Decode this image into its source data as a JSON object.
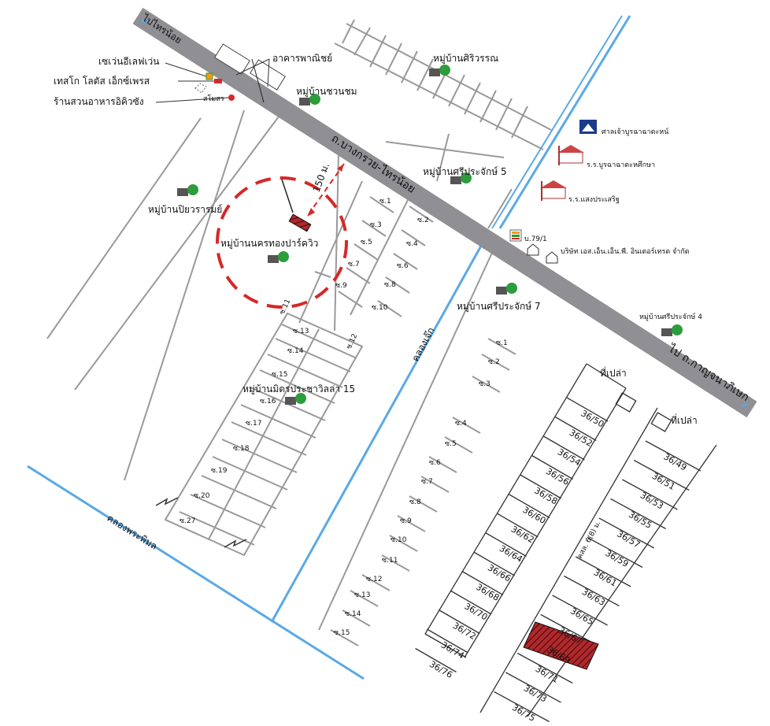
{
  "roads": {
    "to_sainoi": "ไปไทรน้อย",
    "main_road": "ถ.บางกรวย-ไทรน้อย",
    "to_kanchanapisek": "ไป ถ.กาญจนาภิเษก",
    "soi_prefix": "ซ.",
    "kor_sor_dor": "คสล. 6(8) ม."
  },
  "canals": {
    "khlong_jek": "คลองเจ๊ก",
    "khlong_praphimon": "คลองพระพิมล"
  },
  "landmarks": {
    "seven_eleven": "เซเว่นอีเลฟเว่น",
    "tesco": "เทสโก โลตัส เอ็กซ์เพรส",
    "restaurant": "ร้านสวนอาหารอิคิวซัง",
    "commercial": "อาคารพาณิชย์",
    "samoson": "สโมสร",
    "house_no": "บ.79/1",
    "company": "บริษัท เอส.เอ็น.เอ็น.พี. อินเตอร์เทรด จำกัด",
    "shrine": "ศาลเจ้าบูรฉาฉาตะหน์",
    "school1": "ร.ร.บูรฉาฉาตะหศึกษา",
    "school2": "ร.ร.แสงประเสริฐ"
  },
  "villages": {
    "siwanna": "หมู่บ้านศิริวรรณ",
    "chuanchom": "หมู่บ้านชวนชม",
    "sriprachak5": "หมู่บ้านศรีประจักษ์ 5",
    "piyawaram": "หมู่บ้านปิยวรารมย์",
    "nakhontong": "หมู่บ้านนครทองปาร์ควิว",
    "sriprachak7": "หมู่บ้านศรีประจักษ์ 7",
    "sriprachak4": "หมู่บ้านศรีประจักษ์ 4",
    "mitrprachavilla": "หมู่บ้านมิตรประชาวิลล่า 15"
  },
  "distance": "150 ม.",
  "vacant": "ที่เปล่า",
  "soi_numbers": {
    "upper": [
      "1",
      "2",
      "3",
      "4",
      "5",
      "6",
      "7",
      "8",
      "9",
      "10"
    ],
    "lower": [
      "11",
      "12",
      "13",
      "14",
      "15",
      "16",
      "17",
      "18",
      "19",
      "20",
      "27"
    ],
    "right": [
      "1",
      "2",
      "3",
      "4",
      "5",
      "6",
      "7",
      "8",
      "9",
      "10",
      "11",
      "12",
      "13",
      "14",
      "15"
    ]
  },
  "plots": {
    "left_column": [
      "36/50",
      "36/52",
      "36/54",
      "36/56",
      "36/58",
      "36/60",
      "36/62",
      "36/64",
      "36/66",
      "36/68",
      "36/70",
      "36/72",
      "36/74",
      "36/76"
    ],
    "right_column": [
      "36/49",
      "36/51",
      "36/53",
      "36/55",
      "36/57",
      "36/59",
      "36/61",
      "36/63",
      "36/65",
      "36/67",
      "36/69",
      "36/71",
      "36/73",
      "36/75"
    ],
    "highlighted": "36/71"
  },
  "colors": {
    "road": "#8f8f94",
    "canal": "#5aa9e6",
    "highlight": "#b0282b",
    "circle": "#d62828",
    "tree": "#2d9c3c"
  }
}
